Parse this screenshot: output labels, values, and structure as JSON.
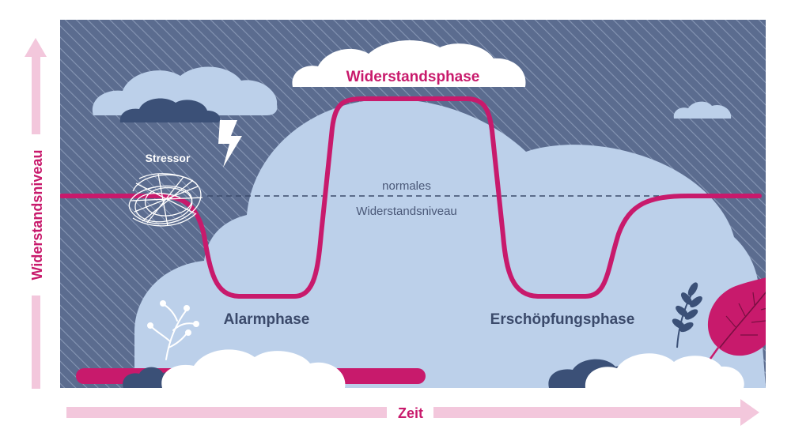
{
  "labels": {
    "y_axis": "Widerstandsniveau",
    "x_axis": "Zeit",
    "resistance_phase": "Widerstandsphase",
    "stressor": "Stressor",
    "normal_level_line1": "normales",
    "normal_level_line2": "Widerstandsniveau",
    "alarm_phase": "Alarmphase",
    "exhaustion_phase": "Erschöpfungsphase"
  },
  "colors": {
    "background_panel": "#5b6c8f",
    "hatch": "#8696b4",
    "cloud_light": "#bcd0ea",
    "cloud_dark": "#3b5077",
    "curve": "#c81a6c",
    "axis_pink": "#f3c7dc",
    "text_dark": "#3b4a6b",
    "text_mid": "#4a5878",
    "white": "#ffffff"
  },
  "icons": {
    "stressor": "scribble-icon",
    "lightning": "lightning-bolt-icon",
    "leaf": "leaf-icon",
    "plant": "plant-sprig-icon",
    "branch": "berry-branch-icon"
  }
}
